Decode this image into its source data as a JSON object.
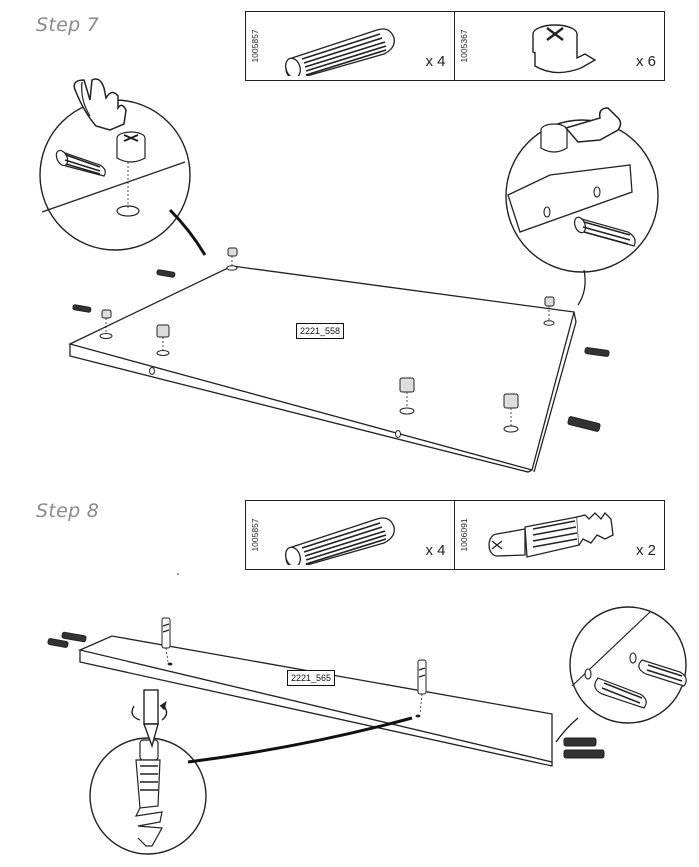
{
  "step7": {
    "title": "Step 7",
    "parts": [
      {
        "code": "1005857",
        "qty": "x 4",
        "icon": "wood-dowel-icon"
      },
      {
        "code": "1005367",
        "qty": "x 6",
        "icon": "cam-lock-icon"
      }
    ],
    "panel_label": "2221_558"
  },
  "step8": {
    "title": "Step 8",
    "parts": [
      {
        "code": "1005857",
        "qty": "x 4",
        "icon": "wood-dowel-icon"
      },
      {
        "code": "1006091",
        "qty": "x 2",
        "icon": "cam-bolt-icon"
      }
    ],
    "panel_label": "2221_565"
  }
}
